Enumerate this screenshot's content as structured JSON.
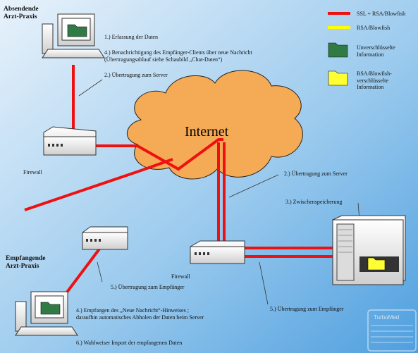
{
  "sender": {
    "title_line1": "Absendende",
    "title_line2": "Arzt-Praxis"
  },
  "receiver": {
    "title_line1": "Empfangende",
    "title_line2": "Arzt-Praxis"
  },
  "cloud_label": "Internet",
  "firewall_left": "Firewall",
  "firewall_right": "Firewall",
  "steps": {
    "s1": "1.) Erfassung der Daten",
    "s4a_line1": "4.) Benachrichtigung des Empfänger-Clients über neue Nachricht",
    "s4a_line2": "(Übertragungsablauf siehe Schaubild „Chat-Daten“)",
    "s2a": "2.) Übertragung zum Server",
    "s2b": "2.) Übertragung zum Server",
    "s3": "3.) Zwischenspeicherung",
    "s5a": "5.) Übertragung zum Empfänger",
    "s5b": "5.) Übertragung zum Empfänger",
    "s4b_line1": "4.) Empfangen des „Neue Nachricht“-Hinweises ;",
    "s4b_line2": "daraufhin automatisches Abholen der Daten beim Server",
    "s6": "6.) Wahlweiser Import der empfangenen Daten"
  },
  "legend": {
    "ssl": "SSL + RSA/Blowfish",
    "rsa": "RSA/Blowfish",
    "unenc_line1": "Unverschlüsselte",
    "unenc_line2": "Information",
    "enc_line1": "RSA/Blowfish-",
    "enc_line2": "verschlüsselte",
    "enc_line3": "Information"
  },
  "watermark": "TurboMed",
  "colors": {
    "ssl_line": "#ee1111",
    "rsa_line": "#ffff00",
    "cloud": "#f5aa55",
    "folder_green": "#2f7a45",
    "folder_yellow": "#ffff33"
  }
}
